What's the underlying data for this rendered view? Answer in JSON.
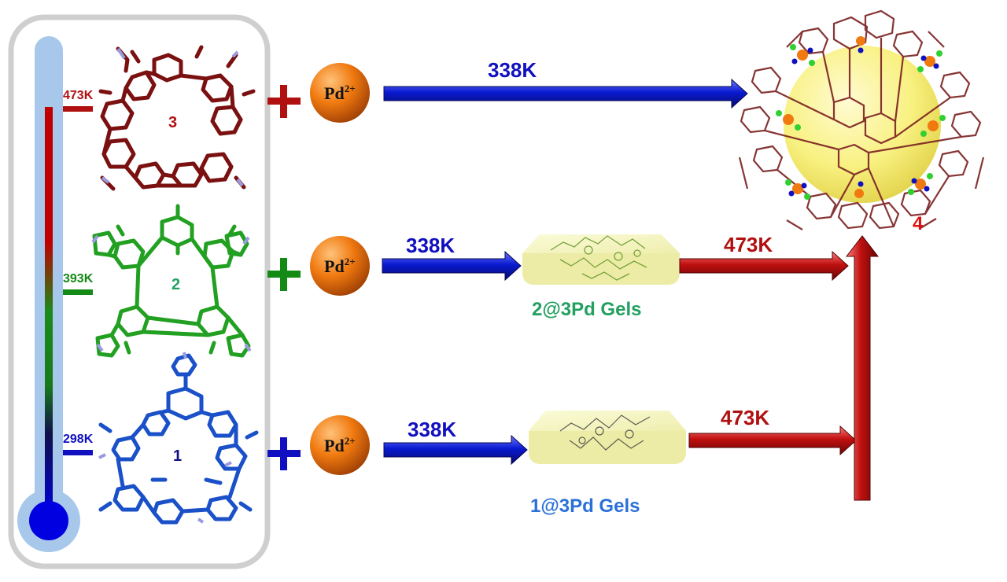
{
  "thermometer": {
    "ticks": [
      {
        "label": "473K",
        "color": "#b01010"
      },
      {
        "label": "393K",
        "color": "#138a13"
      },
      {
        "label": "298K",
        "color": "#1010c0"
      }
    ]
  },
  "molecules": [
    {
      "number": "3",
      "color": "#7a1010"
    },
    {
      "number": "2",
      "color": "#22a022"
    },
    {
      "number": "1",
      "color": "#1a50c8"
    }
  ],
  "plus_colors": [
    "#b01010",
    "#138a13",
    "#1010c0"
  ],
  "pd": {
    "symbol": "Pd",
    "charge": "2+"
  },
  "arrows": {
    "top": "338K",
    "mid_blue": "338K",
    "mid_red": "473K",
    "bottom_blue": "338K",
    "bottom_red": "473K"
  },
  "gels": {
    "mid": {
      "label": "2@3Pd Gels",
      "color": "#22a060"
    },
    "bottom": {
      "label": "1@3Pd Gels",
      "color": "#2a70d8"
    }
  },
  "cage": {
    "label": "4",
    "label_color": "#e01010"
  }
}
